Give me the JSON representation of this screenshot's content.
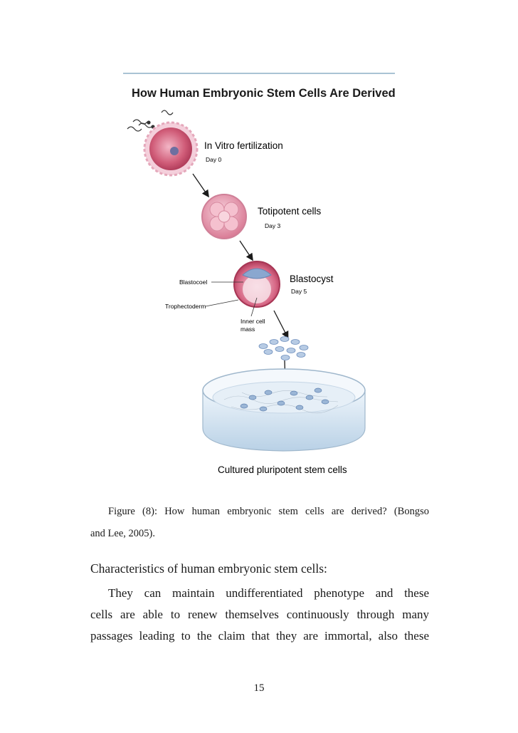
{
  "figure": {
    "title": "How Human Embryonic Stem Cells Are Derived",
    "stages": [
      {
        "label": "In Vitro fertilization",
        "day": "Day 0"
      },
      {
        "label": "Totipotent cells",
        "day": "Day 3"
      },
      {
        "label": "Blastocyst",
        "day": "Day 5"
      }
    ],
    "blastocyst_parts": {
      "blastocoel": "Blastocoel",
      "trophectoderm": "Trophectoderm",
      "inner_cell_line1": "Inner cell",
      "inner_cell_line2": "mass"
    },
    "result_label": "Cultured pluripotent stem cells"
  },
  "caption": {
    "line1": "Figure (8): How human embryonic stem cells are derived? (Bongso",
    "line2": "and Lee, 2005)."
  },
  "section": {
    "heading": "Characteristics of human embryonic stem cells:",
    "lines": [
      "They can maintain undifferentiated phenotype and these",
      "cells are able to renew themselves continuously through many",
      "passages leading to the claim that they are immortal, also these"
    ]
  },
  "page_number": "15",
  "colors": {
    "title_rule": "#a9c3d4",
    "cell_pink": "#c9506a",
    "cell_light": "#f2c6d2",
    "dish_blue": "#c9dcec",
    "stem_cell": "#9bb6d6"
  }
}
